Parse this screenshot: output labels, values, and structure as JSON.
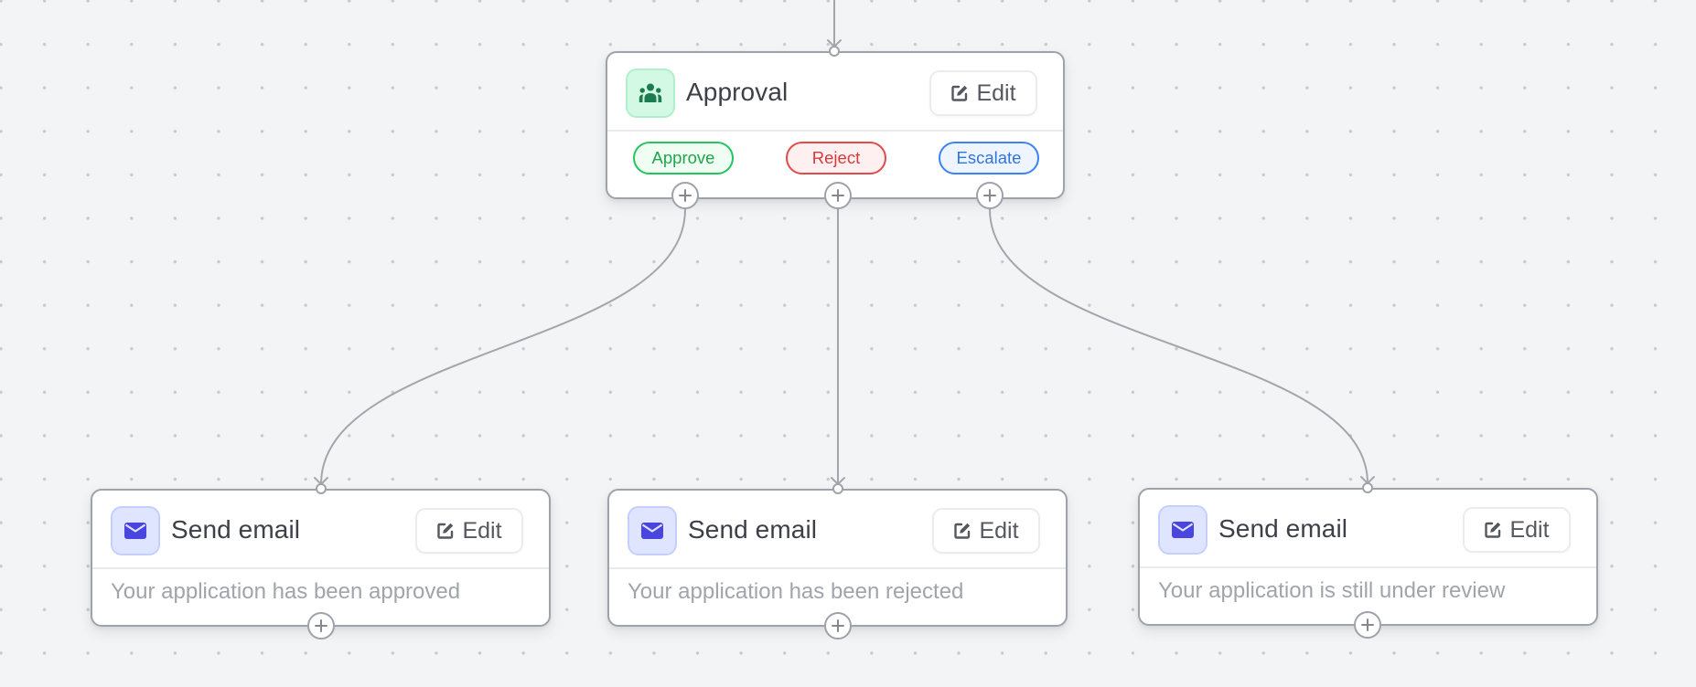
{
  "canvas": {
    "background": "#f3f4f6",
    "dot_color": "#c6c9cf",
    "edge_color": "#a3a6ac"
  },
  "nodes": {
    "approval": {
      "title": "Approval",
      "icon": "users-icon",
      "icon_color": "#1c7c4f",
      "edit_label": "Edit",
      "outcomes": [
        {
          "label": "Approve",
          "color": "#22c55e",
          "text_color": "#1fa64c",
          "bg": "#effdf3"
        },
        {
          "label": "Reject",
          "color": "#e24a4a",
          "text_color": "#d63a3a",
          "bg": "#fef0f0"
        },
        {
          "label": "Escalate",
          "color": "#3b82f6",
          "text_color": "#2f74e0",
          "bg": "#eef5ff"
        }
      ]
    },
    "email_approved": {
      "title": "Send email",
      "icon": "mail-icon",
      "icon_color": "#4b45e0",
      "edit_label": "Edit",
      "body": "Your application has been approved"
    },
    "email_rejected": {
      "title": "Send email",
      "icon": "mail-icon",
      "icon_color": "#4b45e0",
      "edit_label": "Edit",
      "body": "Your application has been rejected"
    },
    "email_review": {
      "title": "Send email",
      "icon": "mail-icon",
      "icon_color": "#4b45e0",
      "edit_label": "Edit",
      "body": "Your application is still under review"
    }
  },
  "edges": [
    {
      "from": "upstream",
      "to": "approval"
    },
    {
      "from": "approval.Approve",
      "to": "email_approved"
    },
    {
      "from": "approval.Reject",
      "to": "email_rejected"
    },
    {
      "from": "approval.Escalate",
      "to": "email_review"
    }
  ]
}
